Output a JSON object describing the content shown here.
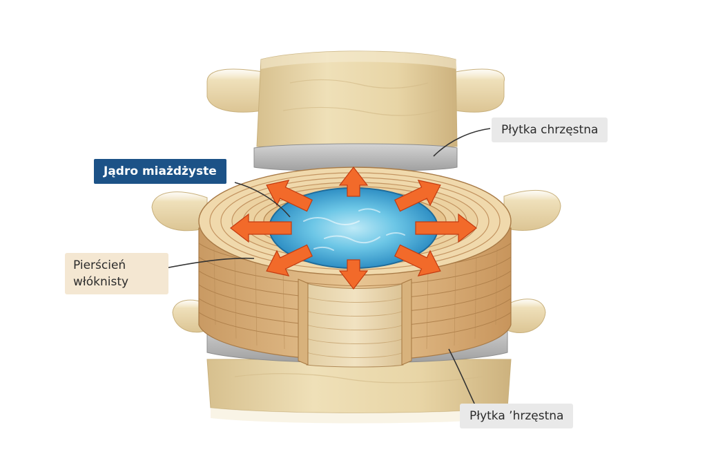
{
  "labels": {
    "cartilage_top": "Płytka chrzęstna",
    "nucleus": "Jądro miażdżyste",
    "annulus_line1": "Pierścień",
    "annulus_line2": "włóknisty",
    "cartilage_bottom": "Płytka ʼhrzęstna"
  },
  "colors": {
    "bone": "#e6d4a8",
    "bone_shadow": "#c9b282",
    "cartilage": "#b9b9b9",
    "annulus": "#d9b483",
    "nucleus": "#4fb6dc",
    "arrow": "#f26a2a",
    "label_blue": "#1c5287"
  },
  "icons": {
    "pressure_arrows": "radial-arrow-icon"
  }
}
